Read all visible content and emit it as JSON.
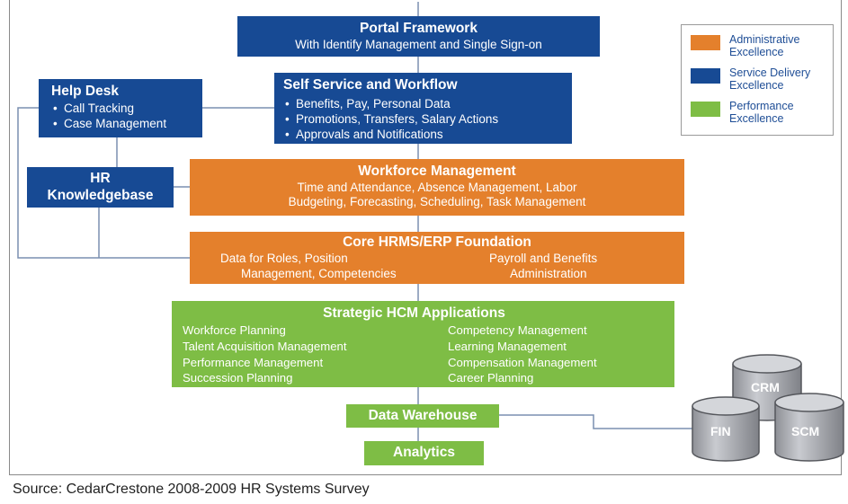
{
  "portal": {
    "title": "Portal Framework",
    "subtitle": "With Identify Management and Single Sign-on"
  },
  "self_service": {
    "title": "Self Service and Workflow",
    "items": [
      "Benefits, Pay, Personal Data",
      "Promotions, Transfers, Salary Actions",
      "Approvals and Notifications"
    ]
  },
  "help_desk": {
    "title": "Help Desk",
    "items": [
      "Call Tracking",
      "Case Management"
    ]
  },
  "knowledgebase": {
    "line1": "HR",
    "line2": "Knowledgebase"
  },
  "workforce": {
    "title": "Workforce Management",
    "line1": "Time and Attendance, Absence Management, Labor",
    "line2": "Budgeting, Forecasting, Scheduling, Task Management"
  },
  "core_hrms": {
    "title": "Core HRMS/ERP Foundation",
    "left_line1": "Data for Roles, Position",
    "left_line2": "Management, Competencies",
    "right_line1": "Payroll and Benefits",
    "right_line2": "Administration"
  },
  "strategic": {
    "title": "Strategic HCM Applications",
    "left_items": [
      "Workforce Planning",
      "Talent Acquisition Management",
      "Performance Management",
      "Succession Planning"
    ],
    "right_items": [
      "Competency Management",
      "Learning Management",
      "Compensation Management",
      "Career Planning"
    ]
  },
  "data_warehouse": {
    "label": "Data Warehouse"
  },
  "analytics": {
    "label": "Analytics"
  },
  "databases": {
    "top": "CRM",
    "left": "FIN",
    "right": "SCM"
  },
  "legend": [
    {
      "line1": "Administrative",
      "line2": "Excellence",
      "color": "#e4802c"
    },
    {
      "line1": "Service Delivery",
      "line2": "Excellence",
      "color": "#174a94"
    },
    {
      "line1": "Performance",
      "line2": "Excellence",
      "color": "#7ebd45"
    }
  ],
  "source": "Source: CedarCrestone 2008-2009 HR Systems Survey"
}
